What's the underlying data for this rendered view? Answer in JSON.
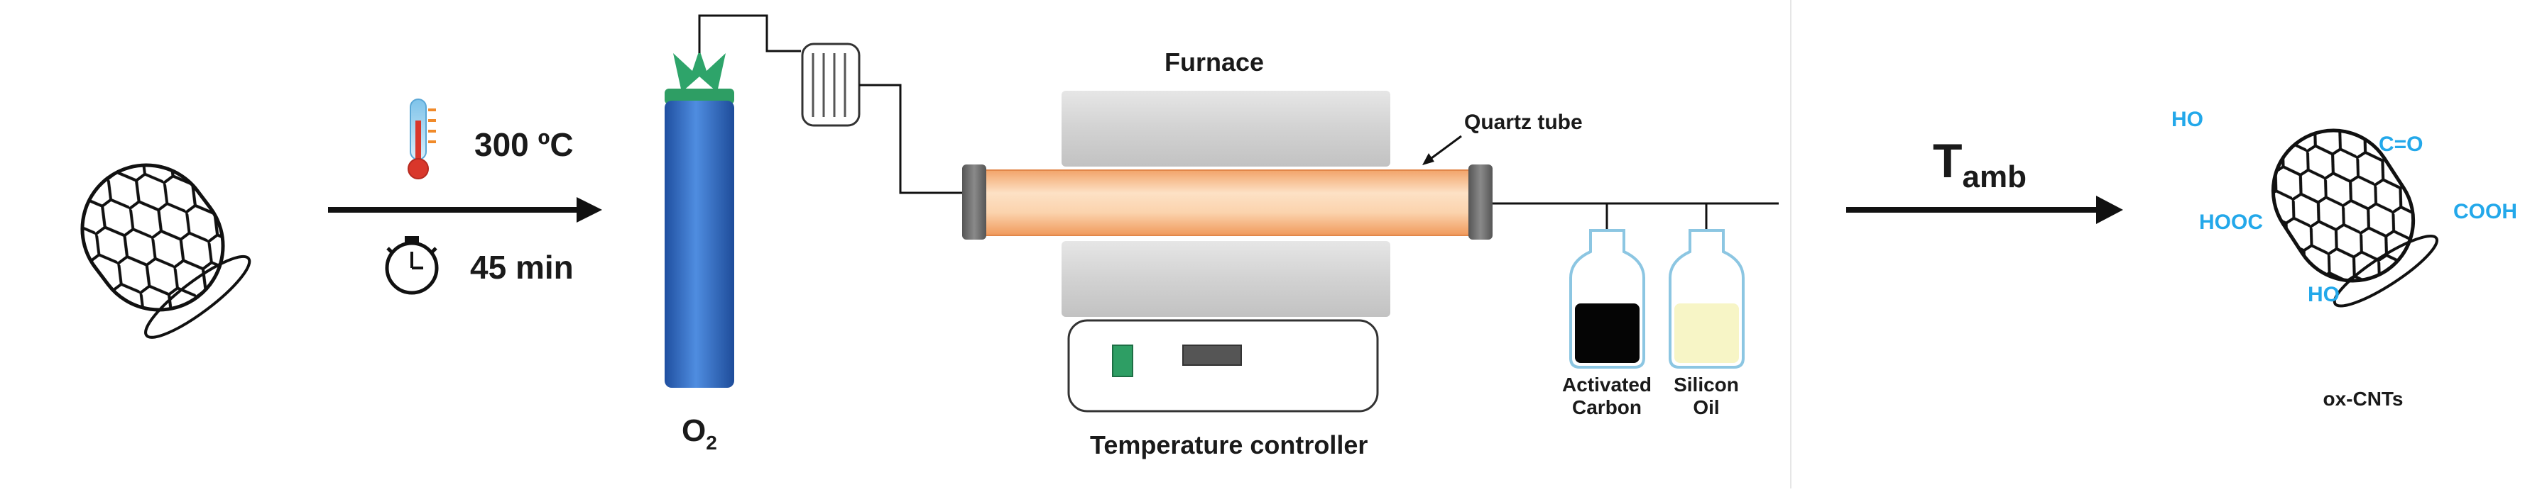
{
  "conditions": {
    "temperature": "300 ºC",
    "time": "45 min"
  },
  "gas": {
    "label_main": "O",
    "label_sub": "2"
  },
  "furnace": {
    "label": "Furnace",
    "tube_label": "Quartz tube",
    "controller_label": "Temperature controller"
  },
  "traps": [
    {
      "line1": "Activated",
      "line2": "Carbon"
    },
    {
      "line1": "Silicon",
      "line2": "Oil"
    }
  ],
  "cooling": {
    "label_main": "T",
    "label_sub": "amb"
  },
  "product": {
    "label": "ox-CNTs",
    "groups": [
      "HO",
      "C=O",
      "HOOC",
      "COOH",
      "HO"
    ]
  },
  "colors": {
    "cylinder": "#3a74c8",
    "cylinder_top": "#2ea46a",
    "tube": "#f7c79a",
    "functional_groups": "#23a8ea",
    "carbon_fill": "#000000",
    "oil_fill": "#f7f5c6"
  },
  "icons": [
    "carbon-nanotube-icon",
    "thermometer-icon",
    "stopwatch-icon",
    "gas-cylinder-icon",
    "flowmeter-icon",
    "tube-furnace-icon",
    "bubbler-icon",
    "functionalized-nanotube-icon"
  ]
}
